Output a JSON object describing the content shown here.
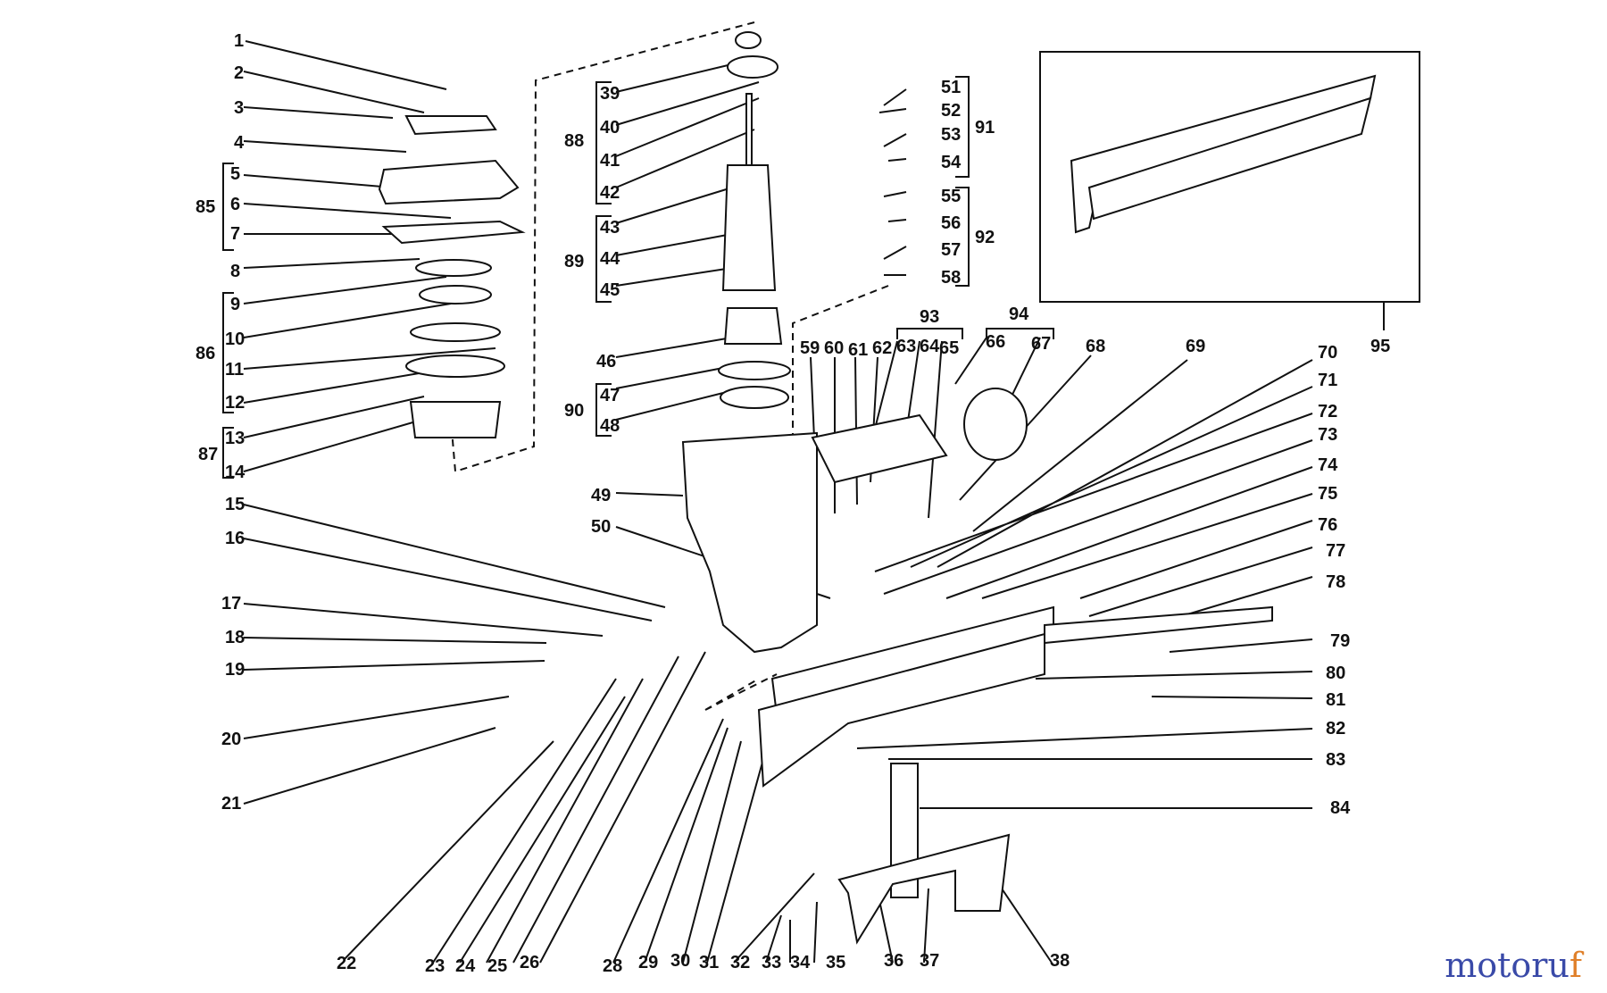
{
  "labels": {
    "1": "1",
    "2": "2",
    "3": "3",
    "4": "4",
    "5": "5",
    "6": "6",
    "7": "7",
    "8": "8",
    "9": "9",
    "10": "10",
    "11": "11",
    "12": "12",
    "13": "13",
    "14": "14",
    "15": "15",
    "16": "16",
    "17": "17",
    "18": "18",
    "19": "19",
    "20": "20",
    "21": "21",
    "22": "22",
    "23": "23",
    "24": "24",
    "25": "25",
    "26": "26",
    "28": "28",
    "29": "29",
    "30": "30",
    "31": "31",
    "32": "32",
    "33": "33",
    "34": "34",
    "35": "35",
    "36": "36",
    "37": "37",
    "38": "38",
    "39": "39",
    "40": "40",
    "41": "41",
    "42": "42",
    "43": "43",
    "44": "44",
    "45": "45",
    "46": "46",
    "47": "47",
    "48": "48",
    "49": "49",
    "50": "50",
    "51": "51",
    "52": "52",
    "53": "53",
    "54": "54",
    "55": "55",
    "56": "56",
    "57": "57",
    "58": "58",
    "59": "59",
    "60": "60",
    "61": "61",
    "62": "62",
    "63": "63",
    "64": "64",
    "65": "65",
    "66": "66",
    "67": "67",
    "68": "68",
    "69": "69",
    "70": "70",
    "71": "71",
    "72": "72",
    "73": "73",
    "74": "74",
    "75": "75",
    "76": "76",
    "77": "77",
    "78": "78",
    "79": "79",
    "80": "80",
    "81": "81",
    "82": "82",
    "83": "83",
    "84": "84",
    "85": "85",
    "86": "86",
    "87": "87",
    "88": "88",
    "89": "89",
    "90": "90",
    "91": "91",
    "92": "92",
    "93": "93",
    "94": "94",
    "95": "95"
  },
  "watermark": {
    "part1": "motoru",
    "part2": "f"
  },
  "colors": {
    "ink": "#111111",
    "watermark_blue": "#3a4aa8",
    "watermark_orange": "#e0802a"
  }
}
